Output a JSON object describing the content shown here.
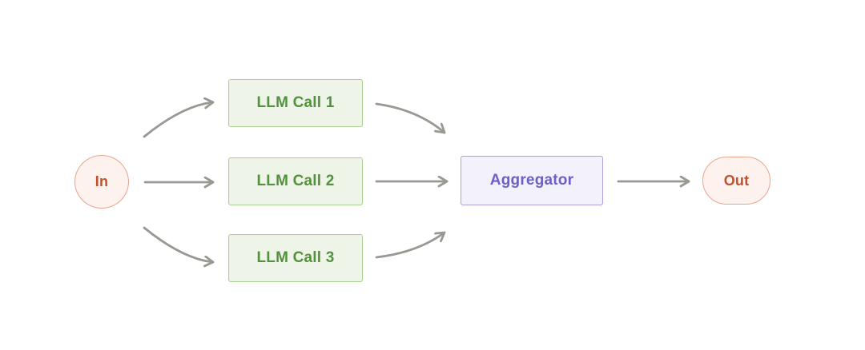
{
  "diagram": {
    "type": "flowchart",
    "nodes": {
      "input": {
        "label": "In"
      },
      "llm_calls": [
        {
          "label": "LLM Call 1"
        },
        {
          "label": "LLM Call 2"
        },
        {
          "label": "LLM Call 3"
        }
      ],
      "aggregator": {
        "label": "Aggregator"
      },
      "output": {
        "label": "Out"
      }
    },
    "edges": [
      {
        "from": "In",
        "to": "LLM Call 1"
      },
      {
        "from": "In",
        "to": "LLM Call 2"
      },
      {
        "from": "In",
        "to": "LLM Call 3"
      },
      {
        "from": "LLM Call 1",
        "to": "Aggregator"
      },
      {
        "from": "LLM Call 2",
        "to": "Aggregator"
      },
      {
        "from": "LLM Call 3",
        "to": "Aggregator"
      },
      {
        "from": "Aggregator",
        "to": "Out"
      }
    ],
    "colors": {
      "input_output_text": "#c0512f",
      "input_output_border": "#e7a68d",
      "input_output_bg": "#fdf2ee",
      "llm_text": "#53913f",
      "llm_border": "#a9cf92",
      "llm_bg": "#eef4e8",
      "aggregator_text": "#6b5fcb",
      "aggregator_border": "#aca2e2",
      "aggregator_bg": "#f3f1fb",
      "arrow": "#9a9892",
      "canvas_bg": "#ffffff"
    }
  }
}
